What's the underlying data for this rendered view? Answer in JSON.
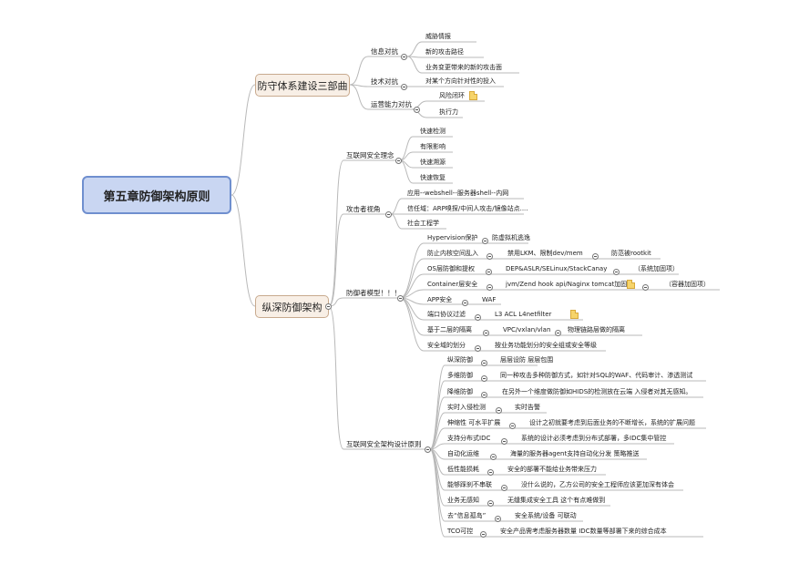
{
  "root": "第五章防御架构原则",
  "b1": {
    "title": "防守体系建设三部曲",
    "info": {
      "label": "信息对抗",
      "items": [
        "威胁情报",
        "新的攻击路径",
        "业务变更带来的新的攻击面"
      ]
    },
    "tech": {
      "label": "技术对抗",
      "item": "对某个方向针对性的投入"
    },
    "ops": {
      "label": "运营能力对抗",
      "items": [
        "风险闭环",
        "执行力"
      ]
    }
  },
  "b2": {
    "title": "纵深防御架构",
    "concept": {
      "label": "互联网安全理念",
      "items": [
        "快速检测",
        "有限影响",
        "快速溯源",
        "快速恢复"
      ]
    },
    "attack": {
      "label": "攻击者视角",
      "items": [
        "应用--webshell--服务器shell--内网",
        "信任域：ARP嗅探/中间人攻击/镜像站点....",
        "社会工程学"
      ]
    },
    "model": {
      "label": "防御者模型！！！",
      "r1": [
        "Hypervision保护",
        "防虚拟机逃逸"
      ],
      "r2": [
        "防止内核空间乱入",
        "禁用LKM、限制dev/mem",
        "防范被rootkit"
      ],
      "r3": [
        "OS层防御和提权",
        "DEP&ASLR/SELinux/StackCanay",
        "（系统加固项）"
      ],
      "r4": [
        "Container层安全",
        "jvm/Zend hook api/Naginx tomcat加固",
        "（容器加固项）"
      ],
      "r5": [
        "APP安全",
        "WAF"
      ],
      "r6": [
        "端口协议过滤",
        "L3 ACL L4netfilter"
      ],
      "r7": [
        "基于二层的隔离",
        "VPC/vxlan/vlan",
        "物理链路层做的隔离"
      ],
      "r8": [
        "安全域的划分",
        "按业务功能划分的安全组或安全等级"
      ]
    },
    "design": {
      "label": "互联网安全架构设计原则",
      "rows": [
        [
          "纵深防御",
          "层层设防 层层包围"
        ],
        [
          "多维防御",
          "同一种攻击多种防御方式，如针对SQL的WAF、代码审计、渗透测试"
        ],
        [
          "降维防御",
          "在另外一个维度做防御如HIDS的检测放在云端 入侵者对其无感知。"
        ],
        [
          "实时入侵检测",
          "实时告警"
        ],
        [
          "伸缩性 可水平扩展",
          "设计之初就要考虑到后面业务的不断增长，系统的扩展问题"
        ],
        [
          "支持分布式IDC",
          "系统的设计必须考虑到分布式部署，多IDC集中管控"
        ],
        [
          "自动化运维",
          "海量的服务器agent支持自动化分发 策略推送"
        ],
        [
          "低性能损耗",
          "安全的部署不能给业务带来压力"
        ],
        [
          "能够踩刹不串联",
          "没什么说的，乙方公司的安全工程师应该更加深有体会"
        ],
        [
          "业务无感知",
          "无缝集成安全工具 这个有点难做到"
        ],
        [
          "去“信息孤岛”",
          "安全系统/设备 可联动"
        ],
        [
          "TCO可控",
          "安全产品需考虑服务器数量 IDC数量等部署下来的综合成本"
        ]
      ]
    }
  },
  "icons": [
    "collapse-toggle-icon",
    "note-icon"
  ],
  "colors": {
    "root_fill": "#c9d6f2",
    "root_border": "#6f8fcf",
    "main_fill": "#f8efe6",
    "main_border": "#c8aa8e",
    "line": "#b9b9b9"
  }
}
